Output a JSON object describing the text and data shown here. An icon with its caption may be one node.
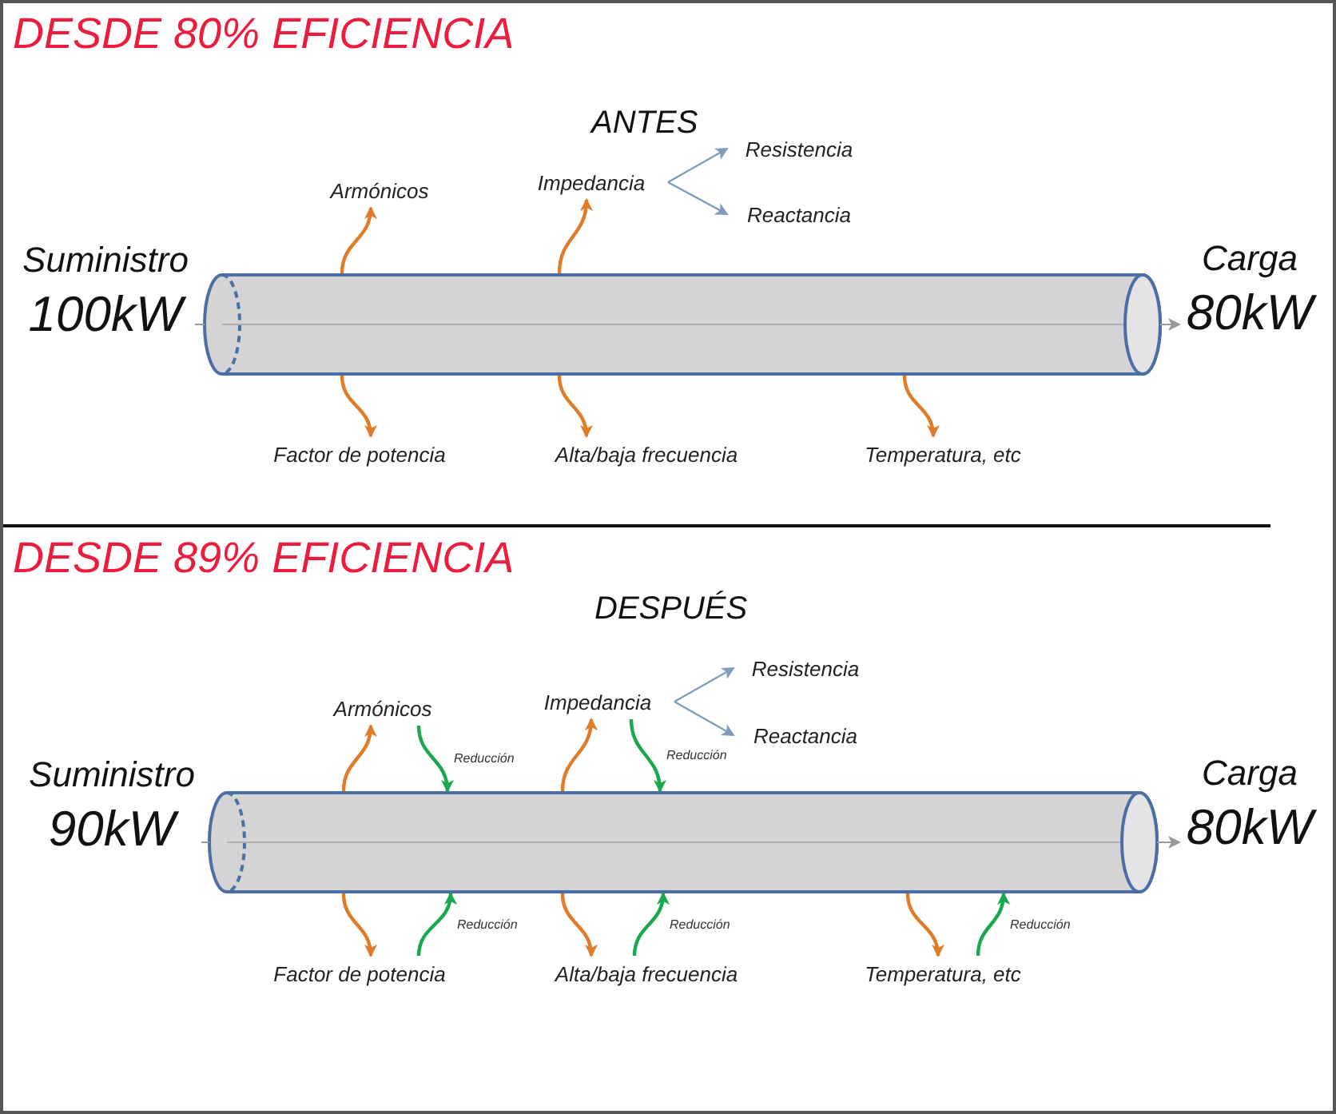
{
  "diagram": {
    "nodes": [
      {
        "text": [
          "Suministro",
          "100kW"
        ]
      },
      {
        "text": [],
        "shape": "cylinder"
      },
      {
        "text": [
          "Carga",
          "80kW"
        ]
      },
      {
        "text": [
          "Armónicos"
        ]
      },
      {
        "text": [
          "Impedancia"
        ]
      },
      {
        "text": [
          "Resistencia"
        ]
      },
      {
        "text": [
          "Reactancia"
        ]
      },
      {
        "text": [
          "Factor de potencia"
        ]
      },
      {
        "text": [
          "Alta/baja frecuencia"
        ]
      },
      {
        "text": [
          "Temperatura, etc"
        ]
      },
      {
        "text": [
          "Suministro",
          "90kW"
        ]
      },
      {
        "text": [],
        "shape": "cylinder"
      },
      {
        "text": [
          "Carga",
          "80kW"
        ]
      },
      {
        "text": [
          "Armónicos"
        ]
      },
      {
        "text": [
          "Impedancia"
        ]
      },
      {
        "text": [
          "Resistencia"
        ]
      },
      {
        "text": [
          "Reactancia"
        ]
      },
      {
        "text": [
          "Factor de potencia"
        ]
      },
      {
        "text": [
          "Alta/baja frecuencia"
        ]
      },
      {
        "text": [
          "Temperatura, etc"
        ]
      }
    ],
    "edges": [
      {
        "from": 0,
        "to": 1,
        "arrow": "none",
        "color": "#9a9a9a"
      },
      {
        "from": 1,
        "to": 2,
        "arrow": "to",
        "color": "#9a9a9a"
      },
      {
        "from": 1,
        "to": 3,
        "arrow": "to"
      },
      {
        "from": 1,
        "to": 4,
        "arrow": "to"
      },
      {
        "from": 4,
        "to": 5,
        "arrow": "to",
        "color": "#7f9cc0"
      },
      {
        "from": 4,
        "to": 6,
        "arrow": "to",
        "color": "#7f9cc0"
      },
      {
        "from": 1,
        "to": 7,
        "arrow": "to"
      },
      {
        "from": 1,
        "to": 8,
        "arrow": "to"
      },
      {
        "from": 1,
        "to": 9,
        "arrow": "to"
      },
      {
        "from": 10,
        "to": 11,
        "arrow": "none",
        "color": "#9a9a9a"
      },
      {
        "from": 11,
        "to": 12,
        "arrow": "to",
        "color": "#9a9a9a"
      },
      {
        "from": 11,
        "to": 13,
        "arrow": "to"
      },
      {
        "from": 11,
        "to": 14,
        "arrow": "to"
      },
      {
        "from": 14,
        "to": 15,
        "arrow": "to",
        "color": "#7f9cc0"
      },
      {
        "from": 14,
        "to": 16,
        "arrow": "to",
        "color": "#7f9cc0"
      },
      {
        "from": 11,
        "to": 17,
        "arrow": "to"
      },
      {
        "from": 11,
        "to": 18,
        "arrow": "to"
      },
      {
        "from": 11,
        "to": 19,
        "arrow": "to"
      },
      {
        "from": 13,
        "to": 11,
        "arrow": "to",
        "label": "Reducción",
        "color": "#1aa84f"
      },
      {
        "from": 14,
        "to": 11,
        "arrow": "to",
        "label": "Reducción",
        "color": "#1aa84f"
      },
      {
        "from": 17,
        "to": 11,
        "arrow": "to",
        "label": "Reducción",
        "color": "#1aa84f"
      },
      {
        "from": 18,
        "to": 11,
        "arrow": "to",
        "label": "Reducción",
        "color": "#1aa84f"
      },
      {
        "from": 19,
        "to": 11,
        "arrow": "to",
        "label": "Reducción",
        "color": "#1aa84f"
      }
    ],
    "labels": [
      "DESDE 80% EFICIENCIA",
      "ANTES",
      "DESDE 89% EFICIENCIA",
      "DESPUÉS"
    ]
  }
}
